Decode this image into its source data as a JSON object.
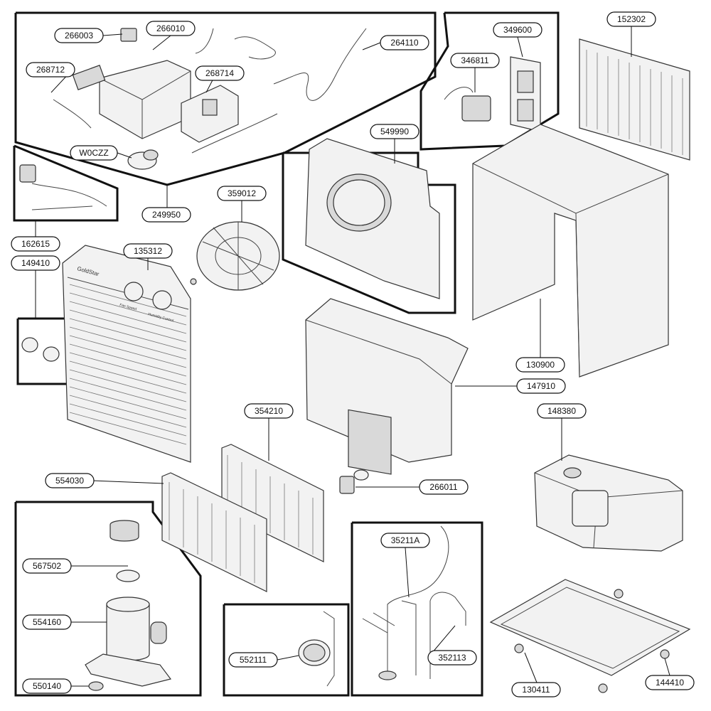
{
  "part_labels": [
    {
      "id": "p266003",
      "text": "266003"
    },
    {
      "id": "p266010",
      "text": "266010"
    },
    {
      "id": "p264110",
      "text": "264110"
    },
    {
      "id": "p268712",
      "text": "268712"
    },
    {
      "id": "p268714",
      "text": "268714"
    },
    {
      "id": "pW0CZZ",
      "text": "W0CZZ"
    },
    {
      "id": "p249950",
      "text": "249950"
    },
    {
      "id": "p162615",
      "text": "162615"
    },
    {
      "id": "p149410",
      "text": "149410"
    },
    {
      "id": "p135312",
      "text": "135312"
    },
    {
      "id": "p359012",
      "text": "359012"
    },
    {
      "id": "p549990",
      "text": "549990"
    },
    {
      "id": "p346811",
      "text": "346811"
    },
    {
      "id": "p349600",
      "text": "349600"
    },
    {
      "id": "p152302",
      "text": "152302"
    },
    {
      "id": "p130900",
      "text": "130900"
    },
    {
      "id": "p147910",
      "text": "147910"
    },
    {
      "id": "p354210",
      "text": "354210"
    },
    {
      "id": "p148380",
      "text": "148380"
    },
    {
      "id": "p554030",
      "text": "554030"
    },
    {
      "id": "p266011",
      "text": "266011"
    },
    {
      "id": "p567502",
      "text": "567502"
    },
    {
      "id": "p554160",
      "text": "554160"
    },
    {
      "id": "p550140",
      "text": "550140"
    },
    {
      "id": "p35211A",
      "text": "35211A"
    },
    {
      "id": "p552111",
      "text": "552111"
    },
    {
      "id": "p352113",
      "text": "352113"
    },
    {
      "id": "p130411",
      "text": "130411"
    },
    {
      "id": "p144410",
      "text": "144410"
    }
  ],
  "front_panel": {
    "brand": "GoldStar",
    "knob_left_label": "Fan Speed",
    "knob_right_label": "Humidity Control"
  }
}
